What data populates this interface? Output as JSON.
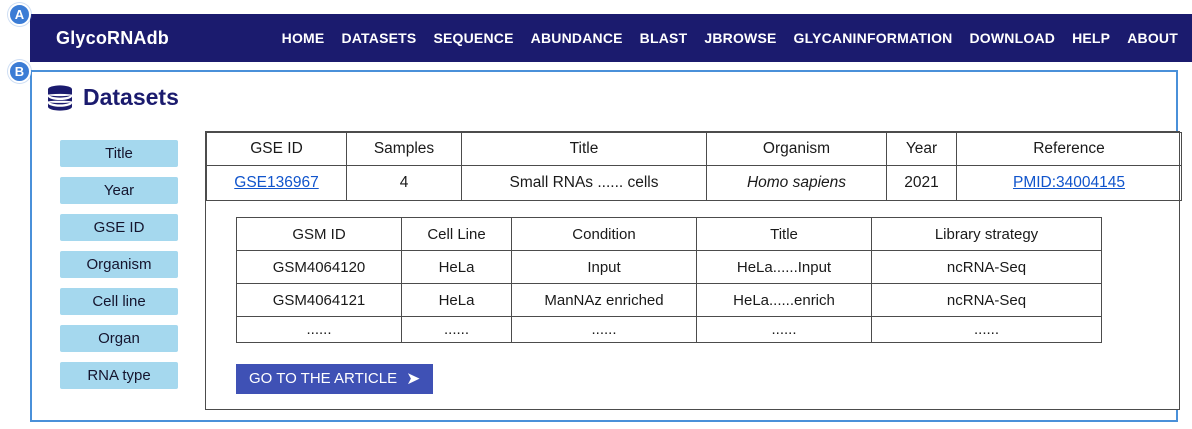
{
  "annotations": {
    "a": "A",
    "b": "B"
  },
  "icons": {
    "arrow_right": "➤"
  },
  "navbar": {
    "brand": "GlycoRNAdb",
    "items": [
      "HOME",
      "DATASETS",
      "SEQUENCE",
      "ABUNDANCE",
      "BLAST",
      "JBROWSE",
      "GLYCANINFORMATION",
      "DOWNLOAD",
      "HELP",
      "ABOUT"
    ]
  },
  "panel": {
    "title": "Datasets",
    "sidebar": [
      "Title",
      "Year",
      "GSE ID",
      "Organism",
      "Cell line",
      "Organ",
      "RNA type"
    ],
    "gse_table": {
      "headers": [
        "GSE ID",
        "Samples",
        "Title",
        "Organism",
        "Year",
        "Reference"
      ],
      "row": {
        "gse_id": "GSE136967",
        "samples": "4",
        "title": "Small RNAs ...... cells",
        "organism": "Homo sapiens",
        "year": "2021",
        "reference": "PMID:34004145"
      }
    },
    "gsm_table": {
      "headers": [
        "GSM ID",
        "Cell Line",
        "Condition",
        "Title",
        "Library strategy"
      ],
      "rows": [
        [
          "GSM4064120",
          "HeLa",
          "Input",
          "HeLa......Input",
          "ncRNA-Seq"
        ],
        [
          "GSM4064121",
          "HeLa",
          "ManNAz enriched",
          "HeLa......enrich",
          "ncRNA-Seq"
        ],
        [
          "......",
          "......",
          "......",
          "......",
          "......"
        ]
      ]
    },
    "article_button_label": "GO TO THE ARTICLE"
  }
}
